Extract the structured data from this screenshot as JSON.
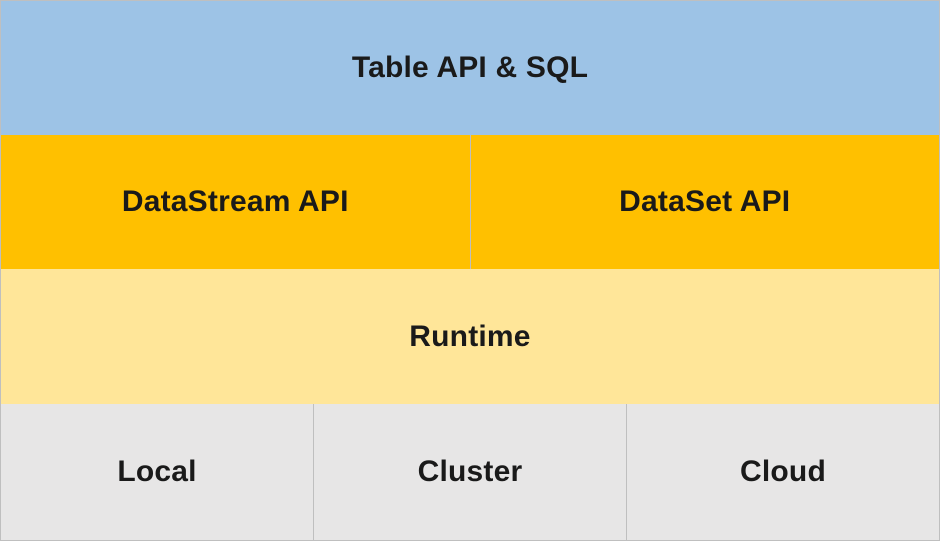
{
  "layers": {
    "top": {
      "label": "Table API & SQL",
      "color": "#9dc3e6"
    },
    "apis": [
      {
        "label": "DataStream API",
        "color": "#ffc000"
      },
      {
        "label": "DataSet API",
        "color": "#ffc000"
      }
    ],
    "runtime": {
      "label": "Runtime",
      "color": "#ffe699"
    },
    "deploy": [
      {
        "label": "Local",
        "color": "#e7e6e6"
      },
      {
        "label": "Cluster",
        "color": "#e7e6e6"
      },
      {
        "label": "Cloud",
        "color": "#e7e6e6"
      }
    ]
  }
}
